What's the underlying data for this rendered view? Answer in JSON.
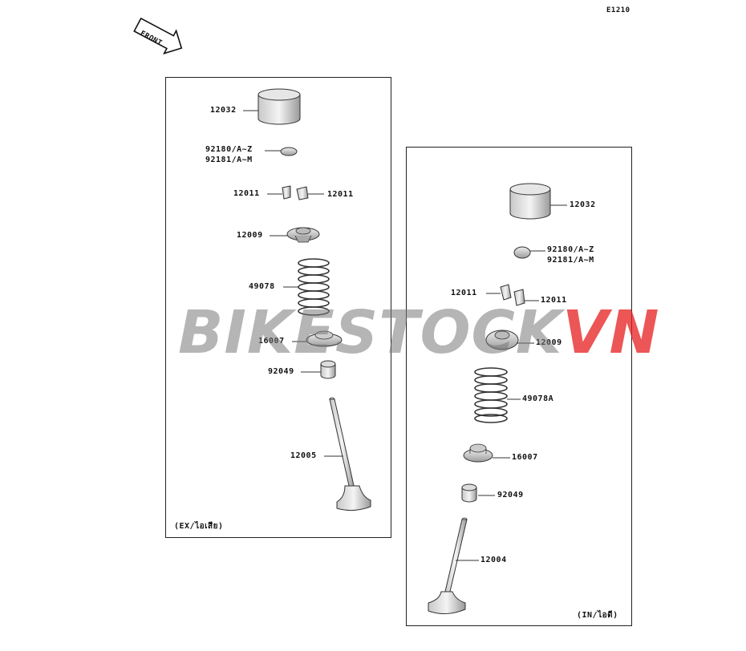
{
  "diagram_code": "E1210",
  "front_arrow_label": "FRONT",
  "watermark": {
    "part1": "BIKESTOCK",
    "part2": "VN",
    "color_part1": "#8c8c8c",
    "color_part2": "#e41e1e"
  },
  "exhaust_panel": {
    "caption": "(EX/ไอเสีย)",
    "labels": {
      "tappet": "12032",
      "shim_a": "92180/A~Z",
      "shim_b": "92181/A~M",
      "cotter_left": "12011",
      "cotter_right": "12011",
      "retainer": "12009",
      "spring": "49078",
      "spring_seat": "16007",
      "oil_seal": "92049",
      "valve": "12005"
    }
  },
  "intake_panel": {
    "caption": "(IN/ไอดี)",
    "labels": {
      "tappet": "12032",
      "shim_a": "92180/A~Z",
      "shim_b": "92181/A~M",
      "cotter_left": "12011",
      "cotter_right": "12011",
      "retainer": "12009",
      "spring": "49078A",
      "spring_seat": "16007",
      "oil_seal": "92049",
      "valve": "12004"
    }
  }
}
